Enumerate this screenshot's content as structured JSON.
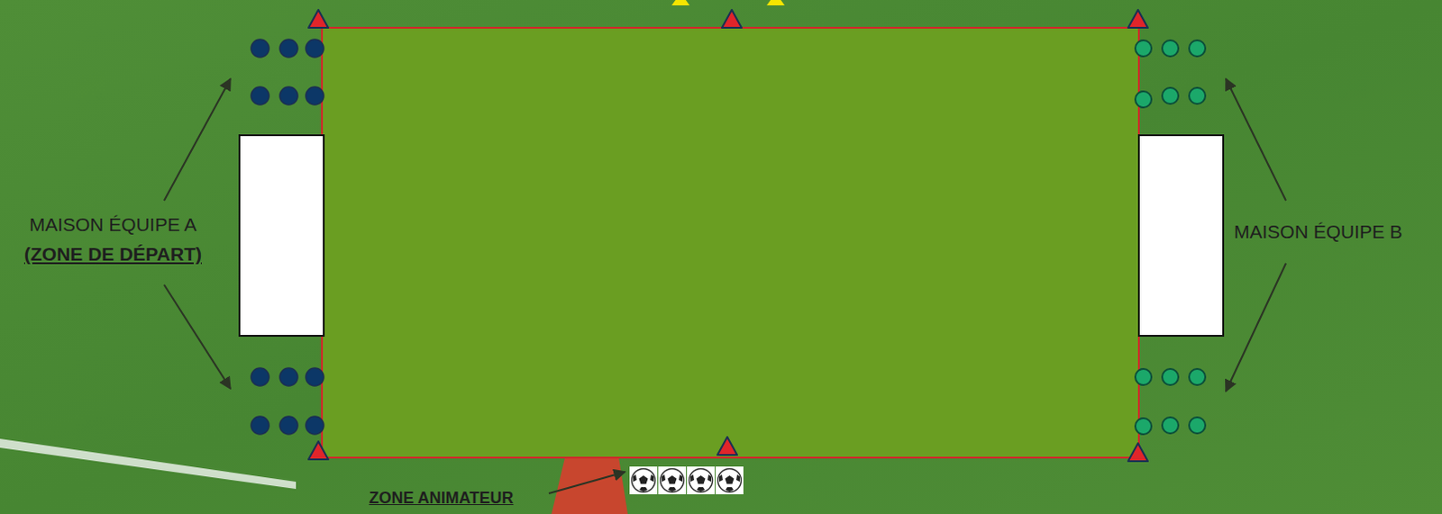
{
  "diagram": {
    "labels": [
      "MAISON ÉQUIPE A",
      "(ZONE DE DÉPART)",
      "MAISON ÉQUIPE B",
      "ZONE ANIMATEUR"
    ]
  }
}
